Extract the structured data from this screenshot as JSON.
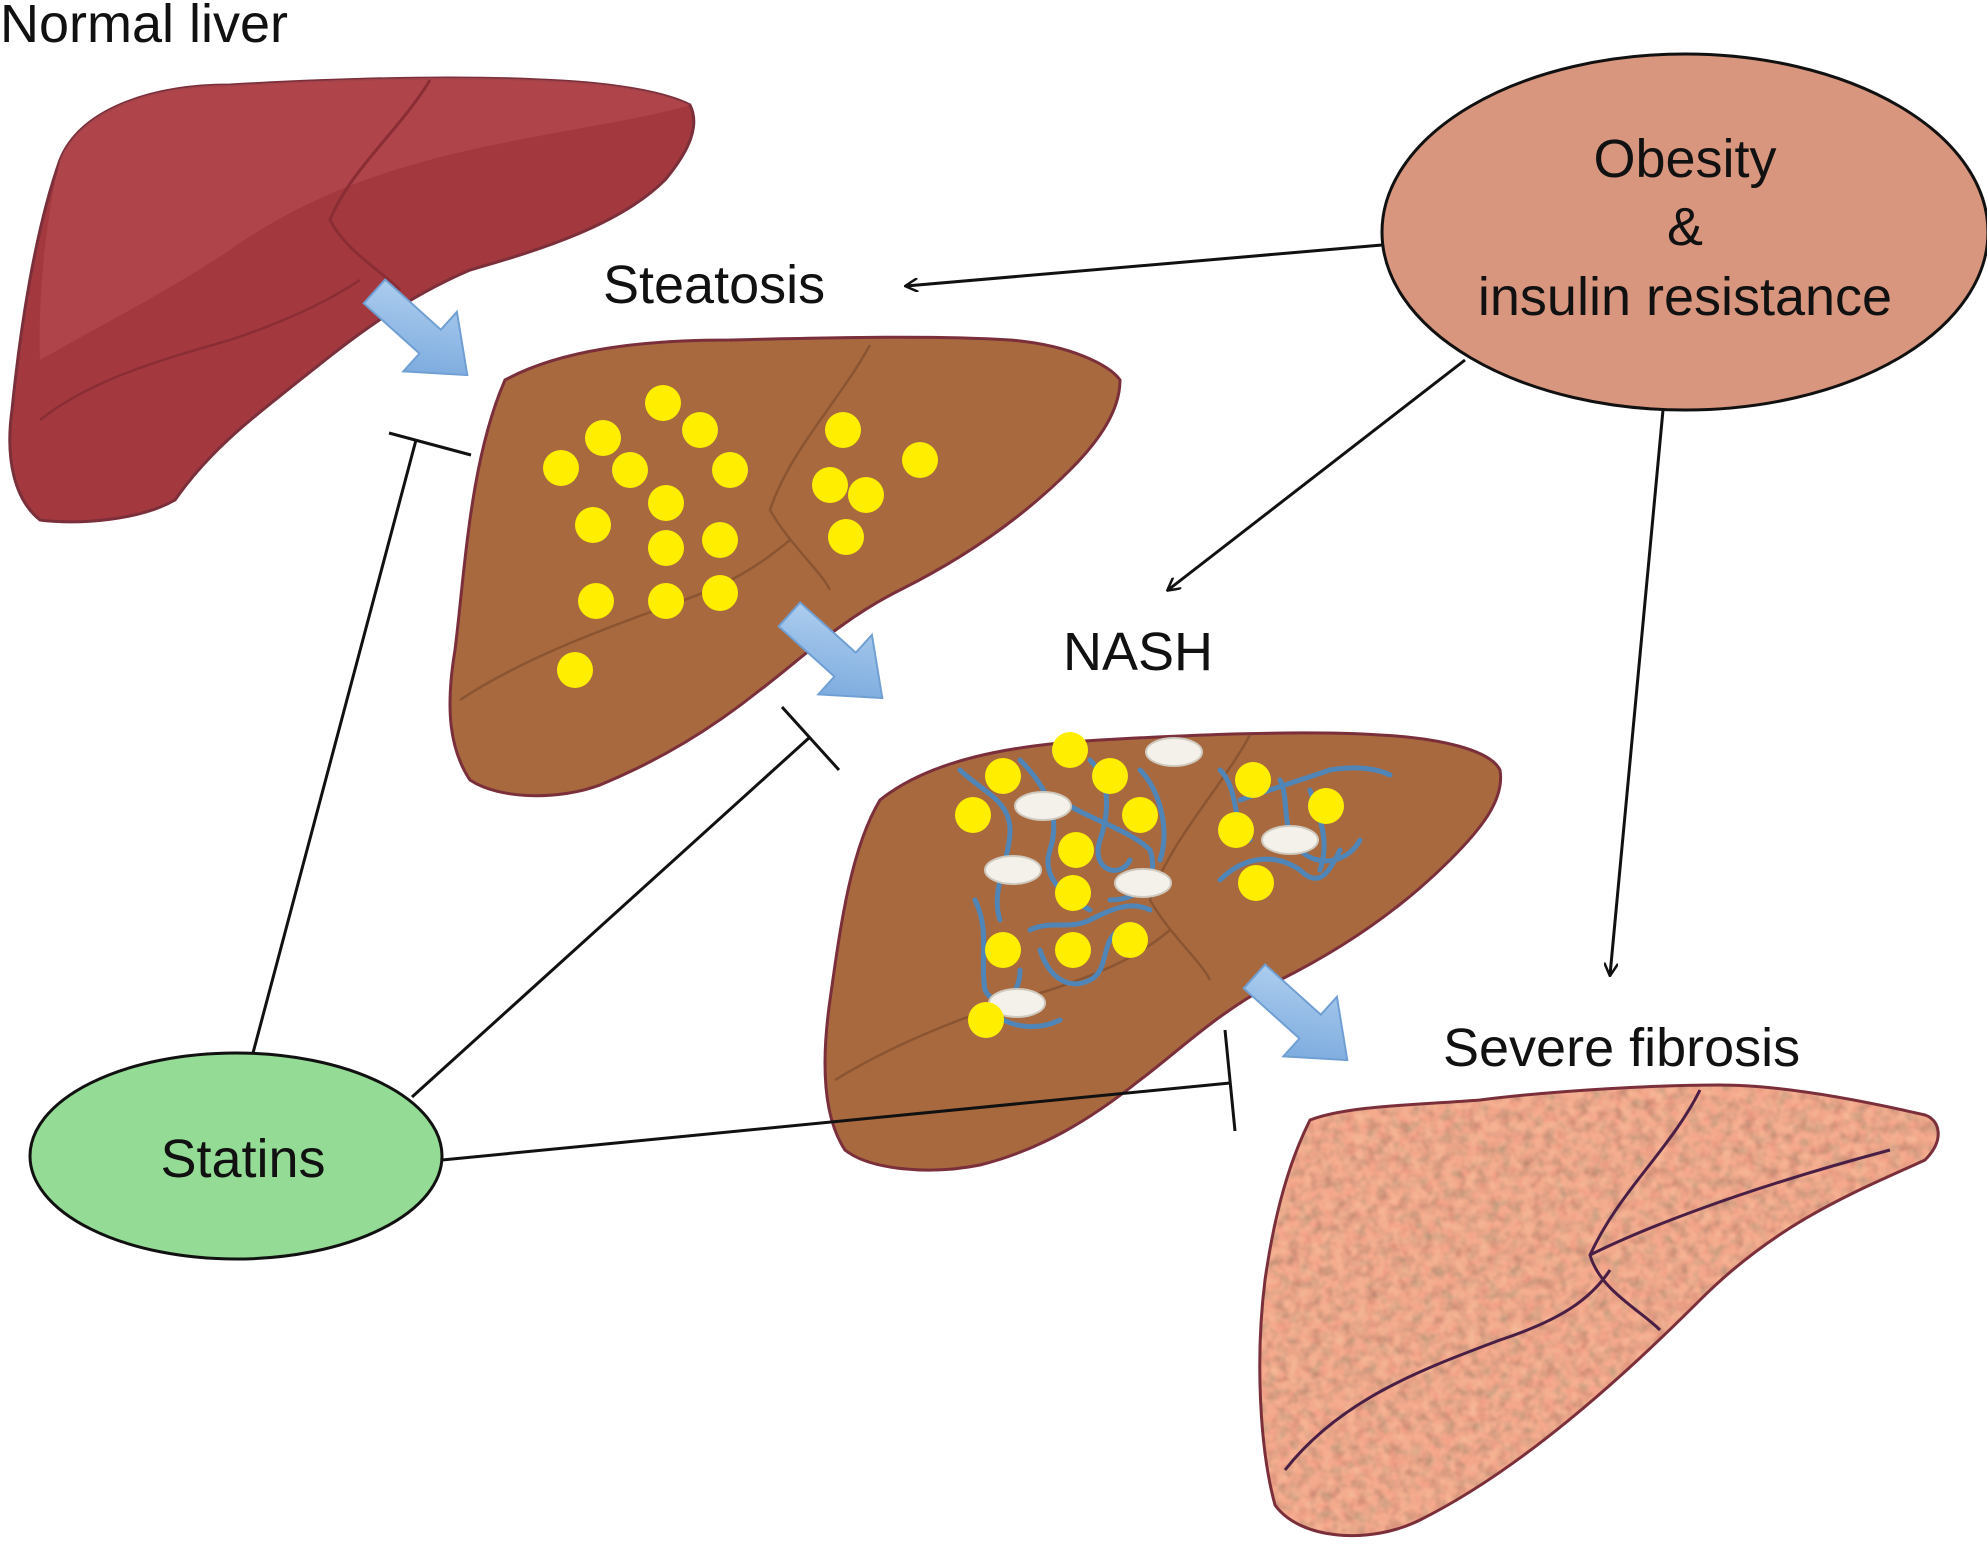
{
  "stages": {
    "normal": "Normal liver",
    "steatosis": "Steatosis",
    "nash": "NASH",
    "fibrosis": "Severe fibrosis"
  },
  "nodes": {
    "obesity": {
      "line1": "Obesity",
      "line2": "&",
      "line3": "insulin resistance"
    },
    "statins": "Statins"
  },
  "colors": {
    "normal_liver": "#a3393f",
    "fatty_liver": "#a8693f",
    "liver_outline": "#7a2f3a",
    "fat_droplet": "#ffee00",
    "fibrosis_strand": "#4f86b7",
    "flow_arrow": "#8db8e4",
    "obesity_fill": "#d9967f",
    "statins_fill": "#94dc95",
    "fibrosis_liver": "#b25a43"
  }
}
